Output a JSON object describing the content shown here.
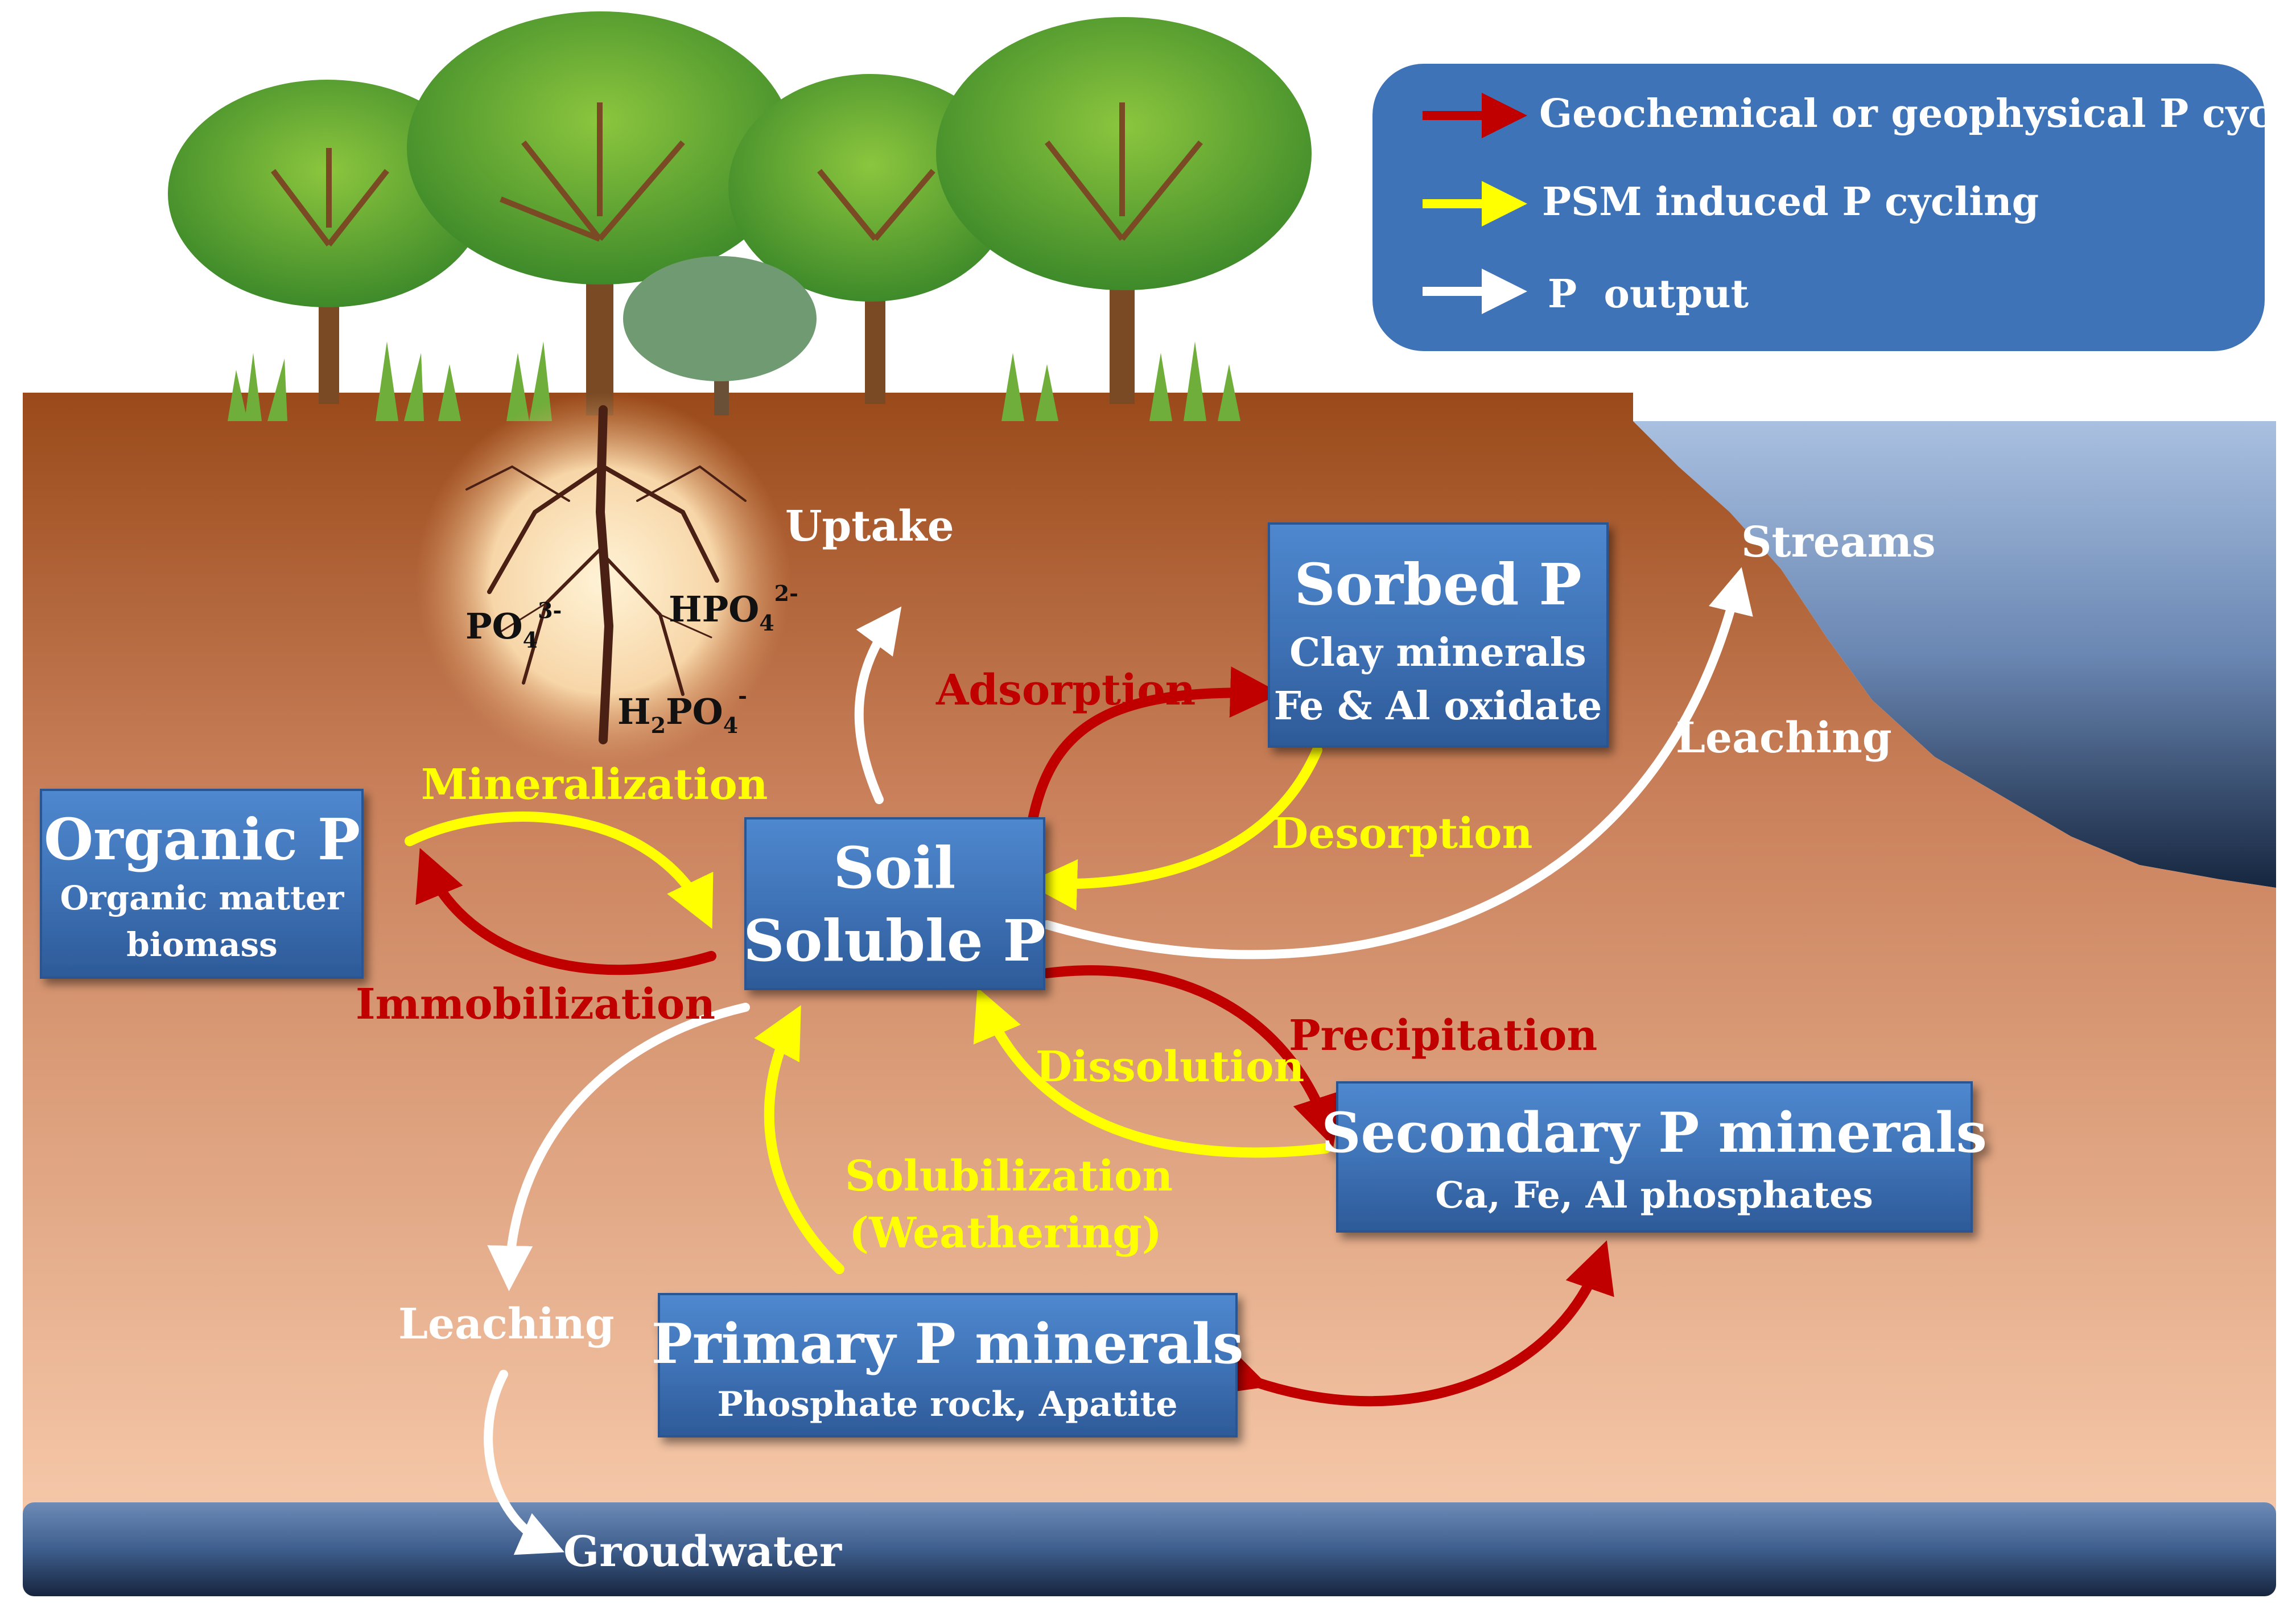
{
  "colors": {
    "geochemical": "#c00000",
    "psm": "#ffff00",
    "output": "#ffffff",
    "box_blue": "#3f73b7",
    "box_text": "#ffffff",
    "soil_top": "#9a4a1a",
    "soil_bottom": "#f5c6a6",
    "water_top": "#9ab4d8",
    "water_bottom": "#1b2d4a"
  },
  "legend": {
    "items": [
      {
        "label": "Geochemical or geophysical P cycling",
        "color": "#c00000"
      },
      {
        "label": "PSM induced P cycling",
        "color": "#ffff00"
      },
      {
        "label": "P  output",
        "color": "#ffffff"
      }
    ]
  },
  "boxes": {
    "organic": {
      "title": "Organic P",
      "line1": "Organic matter",
      "line2": "biomass"
    },
    "soluble": {
      "title1": "Soil",
      "title2": "Soluble P"
    },
    "sorbed": {
      "title": "Sorbed P",
      "line1": "Clay minerals",
      "line2": "Fe & Al oxidate"
    },
    "secondary": {
      "title": "Secondary P minerals",
      "line1": "Ca, Fe, Al phosphates"
    },
    "primary": {
      "title": "Primary P minerals",
      "line1": "Phosphate rock, Apatite"
    }
  },
  "ions": {
    "po4": {
      "base": "PO",
      "sub": "4",
      "sup": "3-"
    },
    "hpo4": {
      "base": "HPO",
      "sub": "4",
      "sup": "2-"
    },
    "h2po4": {
      "pre": "H",
      "pre_sub": "2",
      "base": "PO",
      "sub": "4",
      "sup": "-"
    }
  },
  "labels": {
    "uptake": "Uptake",
    "adsorption": "Adsorption",
    "desorption": "Desorption",
    "mineralization": "Mineralization",
    "immobilization": "Immobilization",
    "precipitation": "Precipitation",
    "dissolution": "Dissolution",
    "solubilization1": "Solubilization",
    "solubilization2": "(Weathering)",
    "leaching_left": "Leaching",
    "leaching_right": "Leaching",
    "streams": "Streams",
    "groundwater": "Groudwater"
  }
}
